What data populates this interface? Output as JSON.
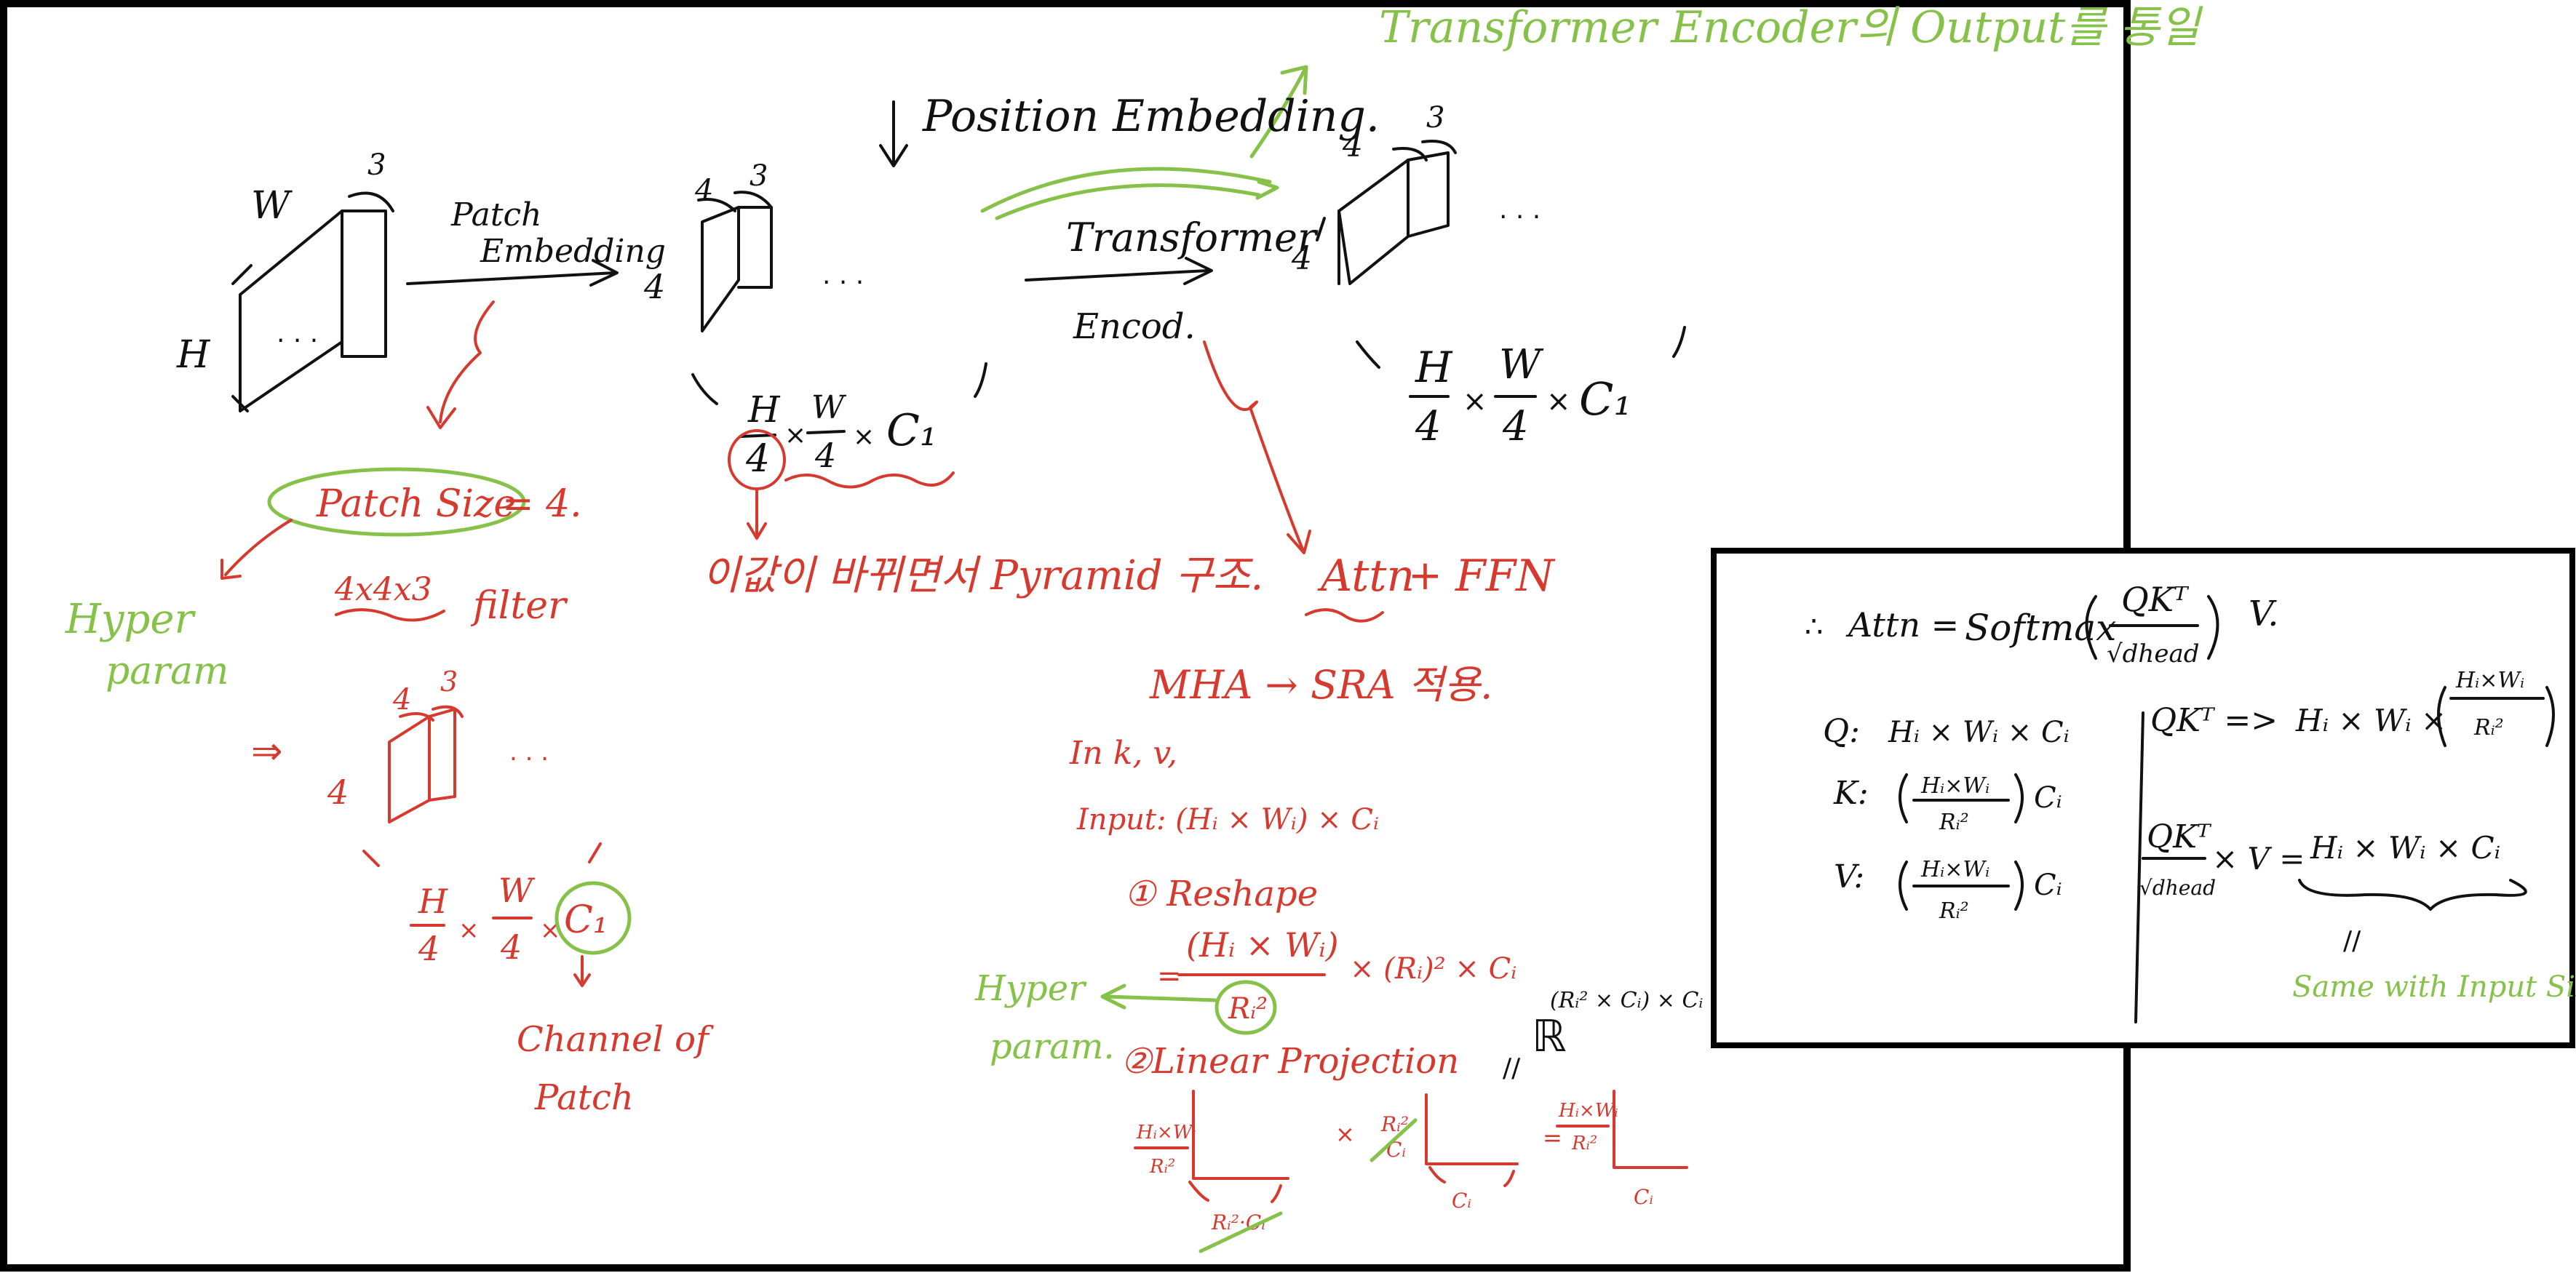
{
  "colors": {
    "ink": "#111111",
    "red_ink": "#d63a2f",
    "green_ink": "#86c24a",
    "background": "#ffffff"
  },
  "header": {
    "encoder_output_note": "Transformer Encoder의 Output를 통일",
    "position_embedding": "Position Embedding."
  },
  "input_block": {
    "w": "W",
    "h": "H",
    "c": "3",
    "dots": ". . ."
  },
  "patch_embedding": {
    "line1": "Patch",
    "line2": "Embedding"
  },
  "patch_block": {
    "height": "4",
    "width": "4",
    "channels": "3",
    "dots": ". . ."
  },
  "patch_shape": {
    "h_over": "H",
    "four_a": "4",
    "times_a": "×",
    "w_over": "W",
    "four_b": "4",
    "times_b": "×",
    "c": "C₁"
  },
  "transformer": {
    "label": "Transformer",
    "label2": "Encod."
  },
  "output_block": {
    "height": "4",
    "width": "4",
    "channels": "3",
    "dots": ". . ."
  },
  "output_shape": {
    "h_over": "H",
    "four_a": "4",
    "times_a": "×",
    "w_over": "W",
    "four_b": "4",
    "times_b": "×",
    "c": "C₁"
  },
  "patch_size": {
    "label": "Patch Size",
    "value": "= 4."
  },
  "filter": {
    "size": "4x4x3",
    "text": "filter"
  },
  "hyper_param_left": {
    "line1": "Hyper",
    "line2": "param"
  },
  "filter_block": {
    "arrow": "⇒",
    "height": "4",
    "width": "4",
    "channels": "3",
    "dots": ". . ."
  },
  "filter_shape": {
    "h_over": "H",
    "four_a": "4",
    "times_a": "×",
    "w_over": "W",
    "four_b": "4",
    "times_b": "×",
    "c": "C₁"
  },
  "channel_note": {
    "line1": "Channel of",
    "line2": "Patch"
  },
  "pyramid_note": "이값이 바뀌면서 Pyramid 구조.",
  "attn": {
    "attn": "Attn",
    "plus": "+",
    "ffn": "FFN"
  },
  "sra": {
    "title": "MHA → SRA 적용.",
    "qkv": "In k, v,",
    "input": "Input: (Hᵢ × Wᵢ) × Cᵢ",
    "step1": "① Reshape",
    "reshape_lhs": "=",
    "reshape_num": "(Hᵢ × Wᵢ)",
    "reshape_den": "Rᵢ²",
    "reshape_rhs": "× (Rᵢ)² × Cᵢ",
    "step2": "②Linear Projection",
    "r_space": "ℝ",
    "r_space_dims": "(Rᵢ² × Cᵢ) × Cᵢ",
    "r_space_mark": "//"
  },
  "hyper_param_mid": {
    "line1": "Hyper",
    "line2": "param."
  },
  "matrices": {
    "m1_num": "Hᵢ×Wᵢ",
    "m1_den": "Rᵢ²",
    "m1_bottom": "Rᵢ²·Cᵢ",
    "times": "×",
    "m2_num": "Rᵢ²",
    "m2_den": "Cᵢ",
    "m2_bottom": "Cᵢ",
    "equals": "=",
    "m3_num": "Hᵢ×Wᵢ",
    "m3_den": "Rᵢ²",
    "m3_bottom": "Cᵢ"
  },
  "inset": {
    "therefore": "∴",
    "attn_formula_left": "Attn =",
    "softmax": "Softmax",
    "qk": "QKᵀ",
    "sqrt_d": "√dhead",
    "v": "V.",
    "q_label": "Q:",
    "q_value": "Hᵢ × Wᵢ × Cᵢ",
    "k_label": "K:",
    "k_num": "Hᵢ×Wᵢ",
    "k_den": "Rᵢ²",
    "k_c": "Cᵢ",
    "v_label": "V:",
    "v_num": "Hᵢ×Wᵢ",
    "v_den": "Rᵢ²",
    "v_c": "Cᵢ",
    "qkt_lhs": "QKᵀ =>",
    "qkt_rhs": "Hᵢ × Wᵢ ×",
    "qkt_frac_num": "Hᵢ×Wᵢ",
    "qkt_frac_den": "Rᵢ²",
    "final_num": "QKᵀ",
    "final_den": "√dhead",
    "final_times_v": "× V =",
    "final_rhs": "Hᵢ × Wᵢ ×  Cᵢ",
    "ditto": "//",
    "same_note": "Same with Input Size"
  }
}
